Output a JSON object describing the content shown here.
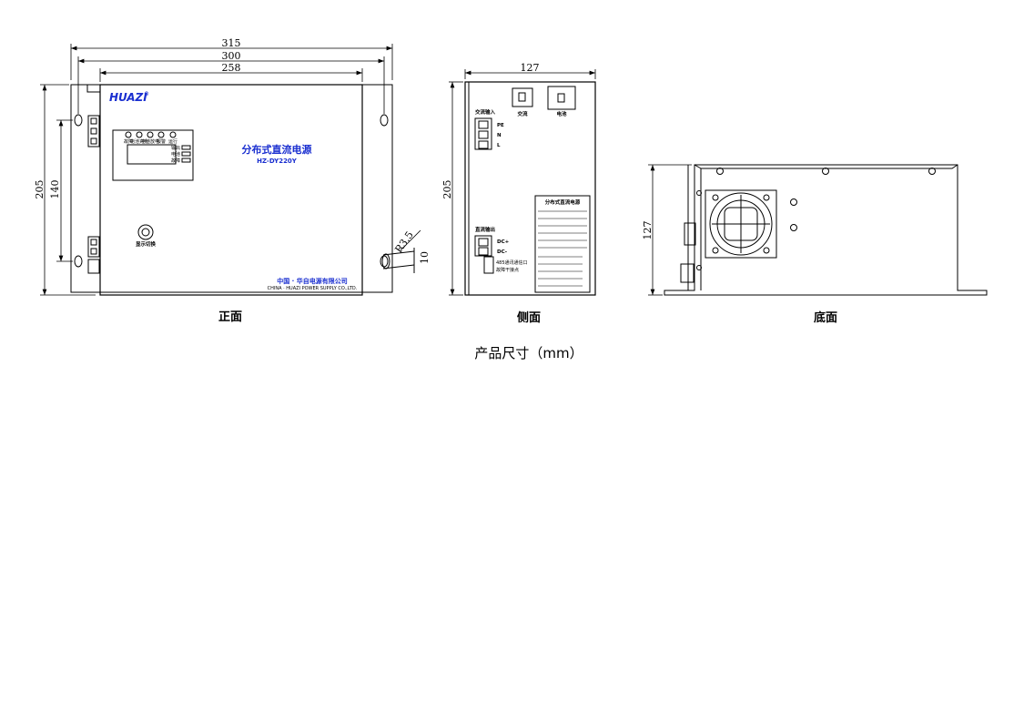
{
  "front": {
    "dims": {
      "overall_width": "315",
      "hole_spacing": "300",
      "body_width": "258",
      "height": "205",
      "hole_vertical": "140",
      "radius": "R3.5",
      "slot": "10"
    },
    "brand": "HUAZI",
    "brand_mark": "®",
    "product_name": "分布式直流电源",
    "model": "HZ-DY220Y",
    "led_labels": [
      "故障",
      "电池\n充电",
      "电池\n放电",
      "报警",
      "运行"
    ],
    "indicator_labels": [
      "输出",
      "电池",
      "故障"
    ],
    "button_label": "显示切换",
    "company_cn": "中国 · 华自电源有限公司",
    "company_en": "CHINA · HUAZI POWER SUPPLY CO.,LTD.",
    "caption": "正面"
  },
  "side": {
    "dims": {
      "depth": "127",
      "height": "205"
    },
    "switch_ac": "交流",
    "switch_battery": "电池",
    "ac_input_title": "交流输入",
    "ac_terminals": [
      "PE",
      "N",
      "L"
    ],
    "dc_output_title": "直流输出",
    "dc_terminals": [
      "DC+",
      "DC-"
    ],
    "contact_labels": [
      "485通讯通信口",
      "故障干接点"
    ],
    "nameplate_title": "分布式直流电源",
    "caption": "侧面"
  },
  "bottom": {
    "dims": {
      "height": "127"
    },
    "caption": "底面"
  },
  "figure_caption": "产品尺寸（mm）"
}
